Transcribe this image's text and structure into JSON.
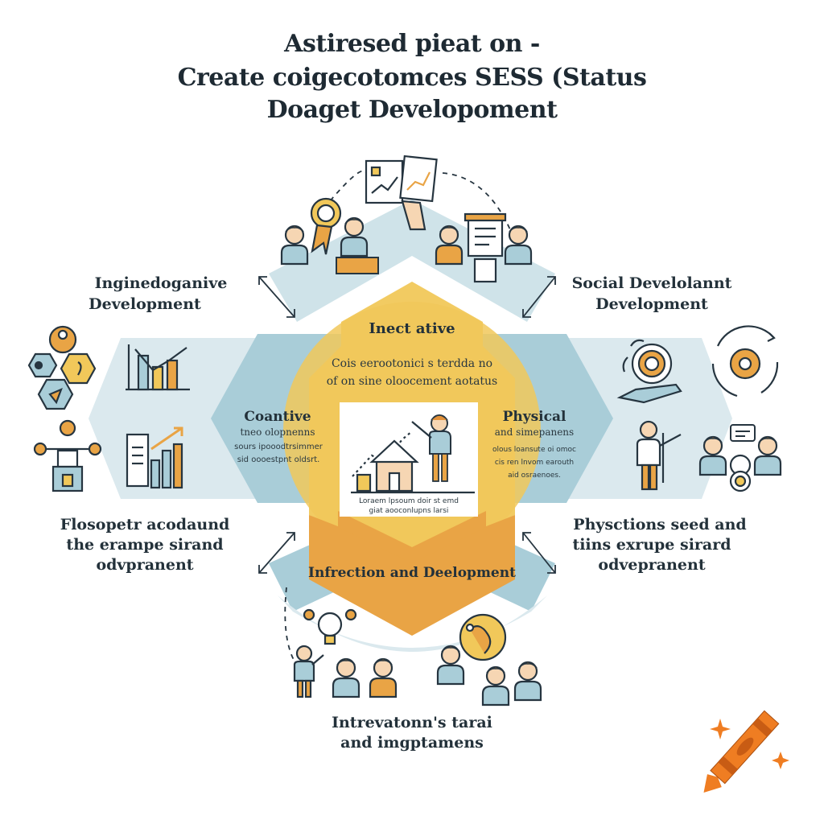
{
  "title": {
    "line1": "Astiresed pieat on  -",
    "line2": "Create coigecotomces SESS (Status",
    "line3": "Doaget Developoment"
  },
  "center": {
    "top_label": "Inect ative",
    "text_line1": "Cois eerootonici s terdda no",
    "text_line2": "of on sine oloocement aotatus",
    "card_text_line1": "Loraem lpsoum doir st emd",
    "card_text_line2": "giat aooconlupns larsi",
    "bottom_label": "Infrection and Deelopment"
  },
  "left_inner": {
    "heading": "Coantive",
    "sub": "tneo olopnenns",
    "line1": "sours ipooodtrsimmer",
    "line2": "sid oooestpnt oldsrt."
  },
  "right_inner": {
    "heading": "Physical",
    "sub": "and simepanens",
    "line1": "olous loansute oi omoc",
    "line2": "cis ren lnvom earouth",
    "line3": "aid osraenoes."
  },
  "top_left_label": {
    "line1": "Inginedoganive",
    "line2": "Development"
  },
  "top_right_label": {
    "line1": "Social Develolannt",
    "line2": "Development"
  },
  "bottom_left_label": {
    "line1": "Flosopetr acodaund",
    "line2": "the erampe sirand",
    "line3": "odvpranent"
  },
  "bottom_right_label": {
    "line1": "Physctions seed and",
    "line2": "tiins exrupe sirard",
    "line3": "odvepranent"
  },
  "bottom_caption": {
    "line1": "Intrevatonn's tarai",
    "line2": "and imgptamens"
  },
  "colors": {
    "light_blue": "#a9cdd8",
    "pale_blue": "#dbe9ee",
    "yellow": "#f1c85a",
    "orange": "#e9a445",
    "dark": "#263540",
    "crayon": "#ef7d22"
  },
  "icons": [
    "documents-chart-icon",
    "award-medal-icon",
    "person-icon",
    "teacher-board-icon",
    "bar-chart-icon",
    "growth-chart-icon",
    "puzzle-network-icon",
    "lightbulb-icon",
    "target-hand-icon",
    "cycle-gear-icon",
    "presenter-icon",
    "speech-bubble-icon",
    "house-chart-icon",
    "group-people-icon",
    "globe-person-icon",
    "crayon-icon",
    "sparkle-icon"
  ]
}
